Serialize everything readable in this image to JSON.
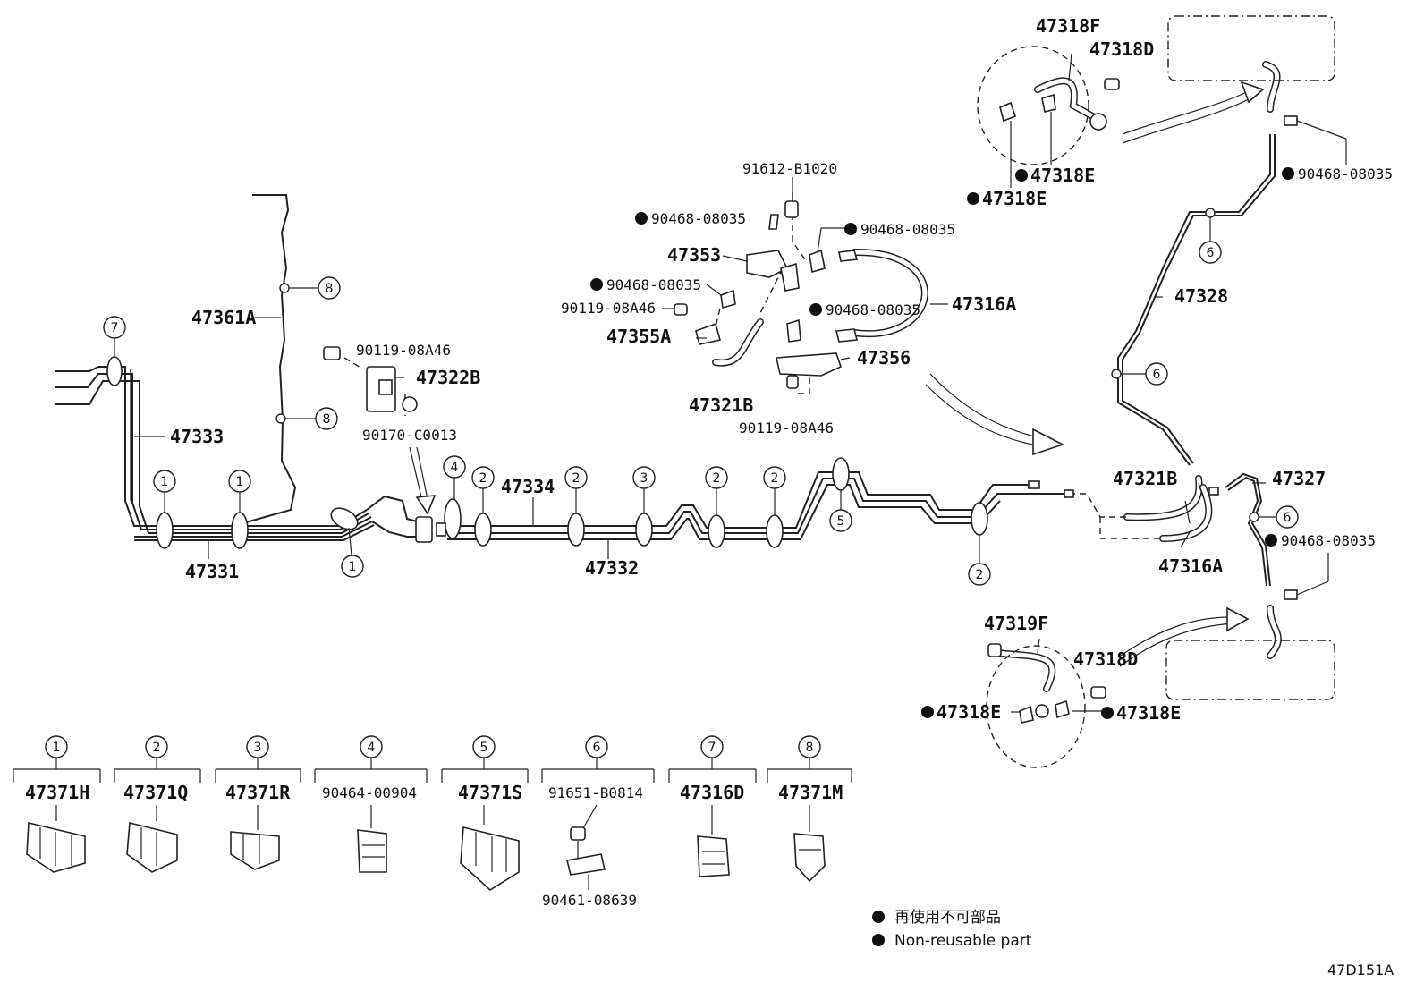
{
  "part_labels": [
    {
      "id": "p47318F",
      "text": "47318F"
    },
    {
      "id": "p47318D_top",
      "text": "47318D"
    },
    {
      "id": "p47318E_top1",
      "text": "47318E"
    },
    {
      "id": "p47318E_top2",
      "text": "47318E"
    },
    {
      "id": "p90468_tr",
      "text": "90468-08035"
    },
    {
      "id": "p91612",
      "text": "91612-B1020"
    },
    {
      "id": "p90468_a",
      "text": "90468-08035"
    },
    {
      "id": "p90468_b",
      "text": "90468-08035"
    },
    {
      "id": "p47353",
      "text": "47353"
    },
    {
      "id": "p90468_c",
      "text": "90468-08035"
    },
    {
      "id": "p90119_a",
      "text": "90119-08A46"
    },
    {
      "id": "p47355A",
      "text": "47355A"
    },
    {
      "id": "p90468_d",
      "text": "90468-08035"
    },
    {
      "id": "p47316A_top",
      "text": "47316A"
    },
    {
      "id": "p47356",
      "text": "47356"
    },
    {
      "id": "p47321B_mid",
      "text": "47321B"
    },
    {
      "id": "p90119_b",
      "text": "90119-08A46"
    },
    {
      "id": "p47328",
      "text": "47328"
    },
    {
      "id": "p47361A",
      "text": "47361A"
    },
    {
      "id": "p90119_c",
      "text": "90119-08A46"
    },
    {
      "id": "p47322B",
      "text": "47322B"
    },
    {
      "id": "p90170",
      "text": "90170-C0013"
    },
    {
      "id": "p47333",
      "text": "47333"
    },
    {
      "id": "p47334",
      "text": "47334"
    },
    {
      "id": "p47331",
      "text": "47331"
    },
    {
      "id": "p47332",
      "text": "47332"
    },
    {
      "id": "p47321B_right",
      "text": "47321B"
    },
    {
      "id": "p47327",
      "text": "47327"
    },
    {
      "id": "p90468_r",
      "text": "90468-08035"
    },
    {
      "id": "p47316A_right",
      "text": "47316A"
    },
    {
      "id": "p47319F",
      "text": "47319F"
    },
    {
      "id": "p47318D_bot",
      "text": "47318D"
    },
    {
      "id": "p47318E_bot1",
      "text": "47318E"
    },
    {
      "id": "p47318E_bot2",
      "text": "47318E"
    }
  ],
  "callouts": [
    "1",
    "2",
    "3",
    "4",
    "5",
    "6",
    "7",
    "8"
  ],
  "clamp_legend": [
    {
      "num": "1",
      "part": "47371H"
    },
    {
      "num": "2",
      "part": "47371Q"
    },
    {
      "num": "3",
      "part": "47371R"
    },
    {
      "num": "4",
      "part": "90464-00904"
    },
    {
      "num": "5",
      "part": "47371S"
    },
    {
      "num": "6",
      "part": "91651-B0814",
      "sub": "90461-08639"
    },
    {
      "num": "7",
      "part": "47316D"
    },
    {
      "num": "8",
      "part": "47371M"
    }
  ],
  "legend": {
    "jp": "再使用不可部品",
    "en": "Non-reusable part"
  },
  "diagram_code": "47D151A"
}
